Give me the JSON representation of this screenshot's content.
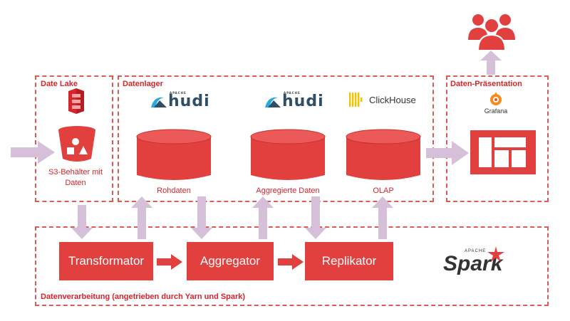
{
  "regions": {
    "data_lake": "Date Lake",
    "warehouse": "Datenlager",
    "presentation": "Daten-Präsentation",
    "processing": "Datenverarbeitung (angetrieben durch Yarn und Spark)"
  },
  "data_lake": {
    "bucket_label_line1": "S3-Behälter mit",
    "bucket_label_line2": "Daten"
  },
  "warehouse": {
    "hudi_logo_1": "hudi",
    "hudi_logo_2": "hudi",
    "clickhouse_logo": "ClickHouse",
    "apache_small": "APACHE",
    "db_rohdaten": "Rohdaten",
    "db_aggregiert": "Aggregierte Daten",
    "db_olap": "OLAP"
  },
  "presentation": {
    "grafana_label": "Grafana"
  },
  "processing": {
    "transformator": "Transformator",
    "aggregator": "Aggregator",
    "replikator": "Replikator",
    "spark_logo": "Spark",
    "spark_apache": "APACHE"
  },
  "colors": {
    "red": "#e2403f",
    "dark_red": "#d9242b",
    "arrow_lilac": "#d5bfd9",
    "dash": "#e05a55"
  }
}
